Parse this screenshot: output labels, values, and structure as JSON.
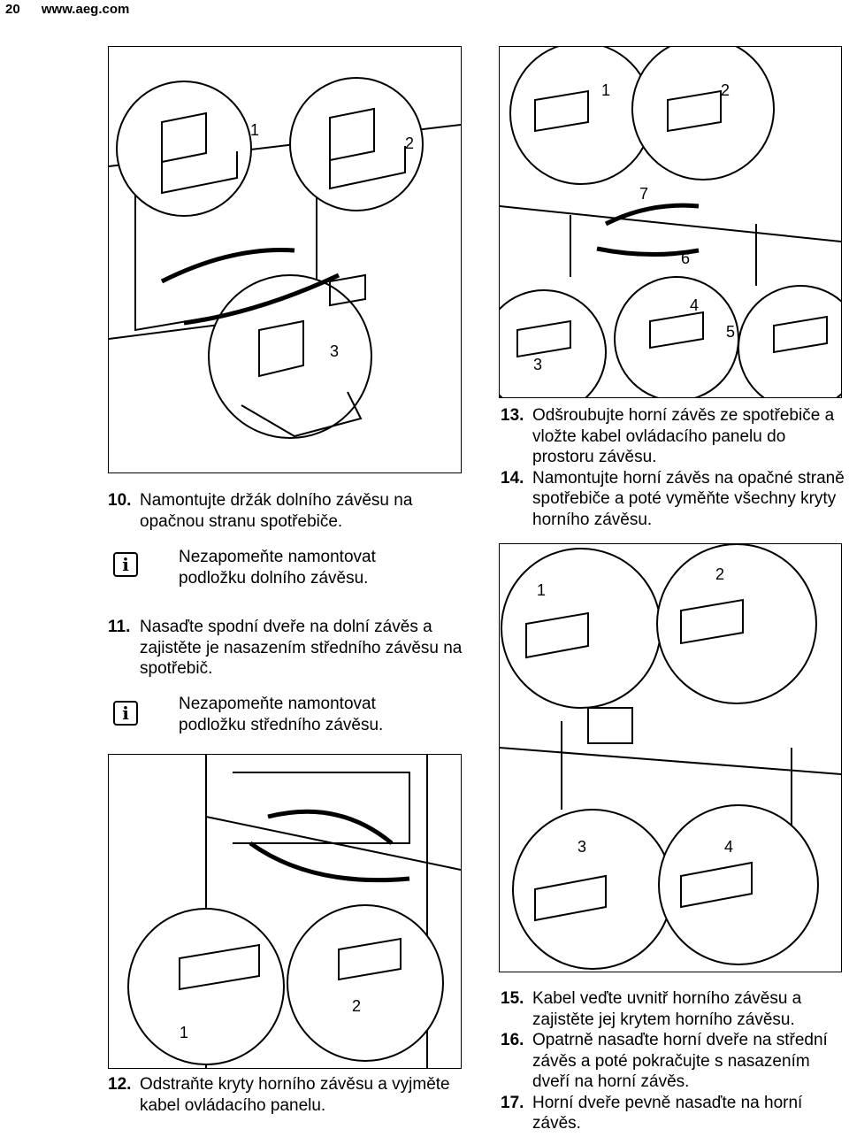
{
  "header": {
    "page_number": "20",
    "website": "www.aeg.com"
  },
  "figures": {
    "f1_labels": [
      "1",
      "2",
      "3"
    ],
    "f2_labels": [
      "1",
      "2",
      "7",
      "6",
      "4",
      "3",
      "5"
    ],
    "f3_labels": [
      "1",
      "2",
      "3",
      "4"
    ],
    "f4_labels": [
      "1",
      "2"
    ]
  },
  "steps": {
    "s10": {
      "num": "10.",
      "text": "Namontujte držák dolního závěsu na opačnou stranu spotřebiče."
    },
    "note1": "Nezapomeňte namontovat podložku dolního závěsu.",
    "s11": {
      "num": "11.",
      "text": "Nasaďte spodní dveře na dolní závěs a zajistěte je nasazením středního závěsu na spotřebič."
    },
    "note2": "Nezapomeňte namontovat podložku středního závěsu.",
    "s12": {
      "num": "12.",
      "text": "Odstraňte kryty horního závěsu a vyjměte kabel ovládacího panelu."
    },
    "s13": {
      "num": "13.",
      "text": "Odšroubujte horní závěs ze spotřebiče a vložte kabel ovládacího panelu do prostoru závěsu."
    },
    "s14": {
      "num": "14.",
      "text": "Namontujte horní závěs na opačné straně spotřebiče a poté vyměňte všechny kryty horního závěsu."
    },
    "s15": {
      "num": "15.",
      "text": "Kabel veďte uvnitř horního závěsu a zajistěte jej krytem horního závěsu."
    },
    "s16": {
      "num": "16.",
      "text": "Opatrně nasaďte horní dveře na střední závěs a poté pokračujte s nasazením dveří na horní závěs."
    },
    "s17": {
      "num": "17.",
      "text": "Horní dveře pevně nasaďte na horní závěs."
    }
  },
  "icons": {
    "info": "info-icon"
  }
}
